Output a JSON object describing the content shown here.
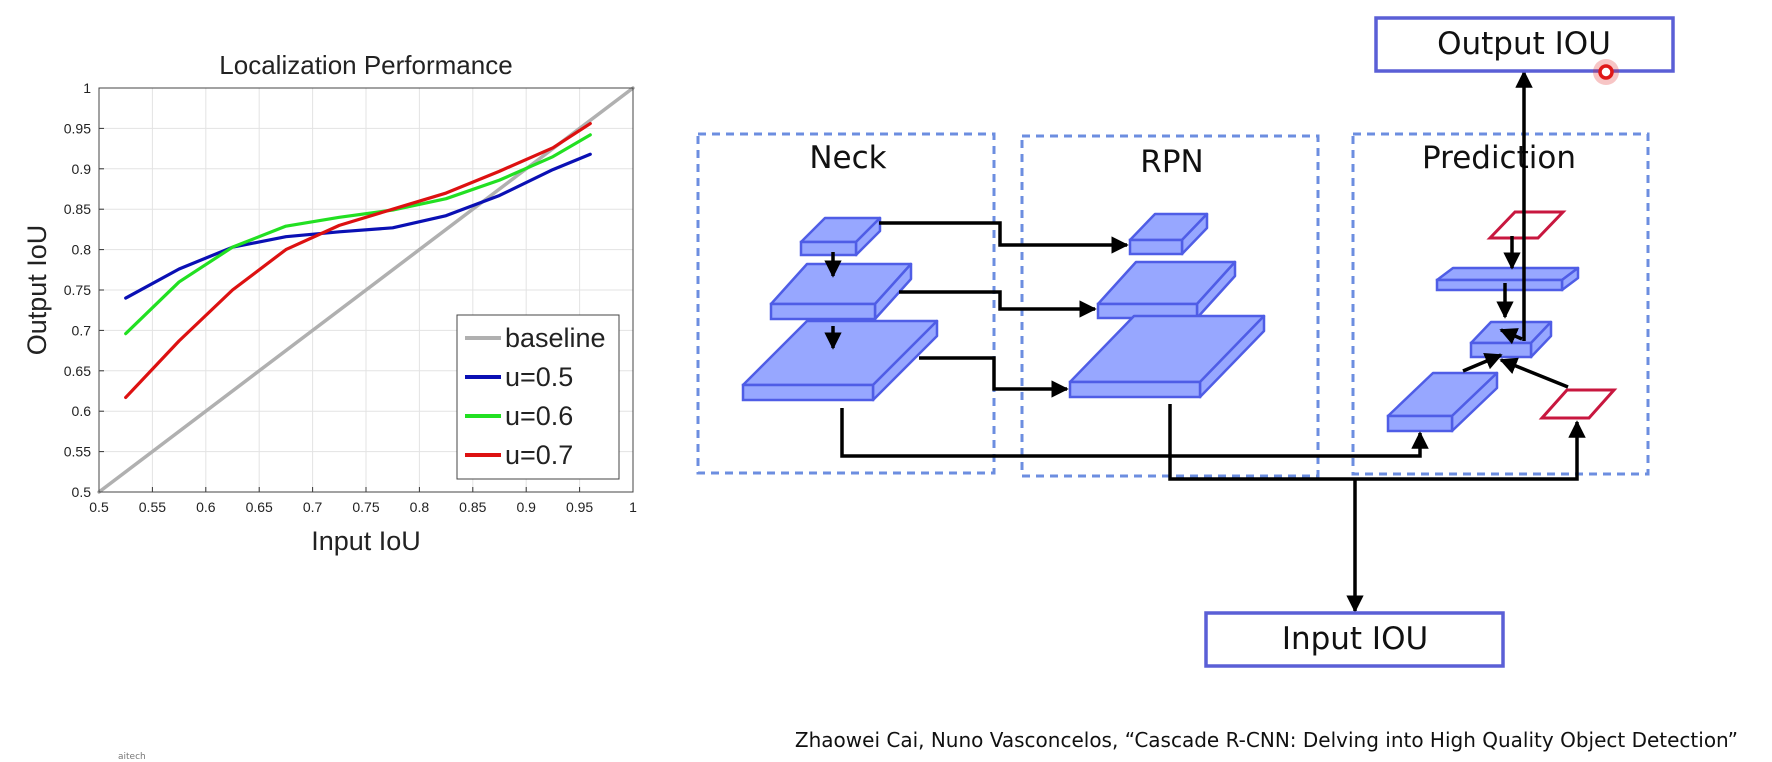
{
  "chart_data": {
    "type": "line",
    "title": "Localization Performance",
    "xlabel": "Input IoU",
    "ylabel": "Output IoU",
    "xlim": [
      0.5,
      1
    ],
    "ylim": [
      0.5,
      1
    ],
    "xticks": [
      "0.5",
      "0.55",
      "0.6",
      "0.65",
      "0.7",
      "0.75",
      "0.8",
      "0.85",
      "0.9",
      "0.95",
      "1"
    ],
    "yticks": [
      "0.5",
      "0.55",
      "0.6",
      "0.65",
      "0.7",
      "0.75",
      "0.8",
      "0.85",
      "0.9",
      "0.95",
      "1"
    ],
    "grid": true,
    "legend_position": "bottom-right",
    "series": [
      {
        "name": "baseline",
        "color": "#b0b0b0",
        "x": [
          0.5,
          1.0
        ],
        "y": [
          0.5,
          1.0
        ]
      },
      {
        "name": "u=0.5",
        "color": "#0a10b4",
        "x": [
          0.525,
          0.575,
          0.625,
          0.675,
          0.725,
          0.775,
          0.825,
          0.875,
          0.925,
          0.96
        ],
        "y": [
          0.74,
          0.776,
          0.803,
          0.816,
          0.822,
          0.827,
          0.842,
          0.867,
          0.899,
          0.918
        ]
      },
      {
        "name": "u=0.6",
        "color": "#22e022",
        "x": [
          0.525,
          0.575,
          0.625,
          0.675,
          0.725,
          0.775,
          0.825,
          0.875,
          0.925,
          0.96
        ],
        "y": [
          0.696,
          0.76,
          0.803,
          0.829,
          0.84,
          0.849,
          0.863,
          0.886,
          0.915,
          0.942
        ]
      },
      {
        "name": "u=0.7",
        "color": "#dd1111",
        "x": [
          0.525,
          0.575,
          0.625,
          0.675,
          0.725,
          0.775,
          0.825,
          0.875,
          0.925,
          0.96
        ],
        "y": [
          0.617,
          0.687,
          0.75,
          0.8,
          0.83,
          0.85,
          0.87,
          0.897,
          0.926,
          0.956
        ]
      }
    ]
  },
  "diagram": {
    "output_label": "Output IOU",
    "input_label": "Input IOU",
    "groups": [
      {
        "label": "Neck"
      },
      {
        "label": "RPN"
      },
      {
        "label": "Prediction"
      }
    ],
    "colors": {
      "block_fill": "#97a7ff",
      "block_stroke": "#4f5de6",
      "group_border": "#6c8ee0",
      "box_border": "#5a5fd6",
      "roi_stroke": "#c8173f",
      "pointer": "#e01818"
    }
  },
  "citation": "Zhaowei Cai, Nuno Vasconcelos, “Cascade R-CNN: Delving into High Quality Object Detection”",
  "logo_text": "aitech"
}
